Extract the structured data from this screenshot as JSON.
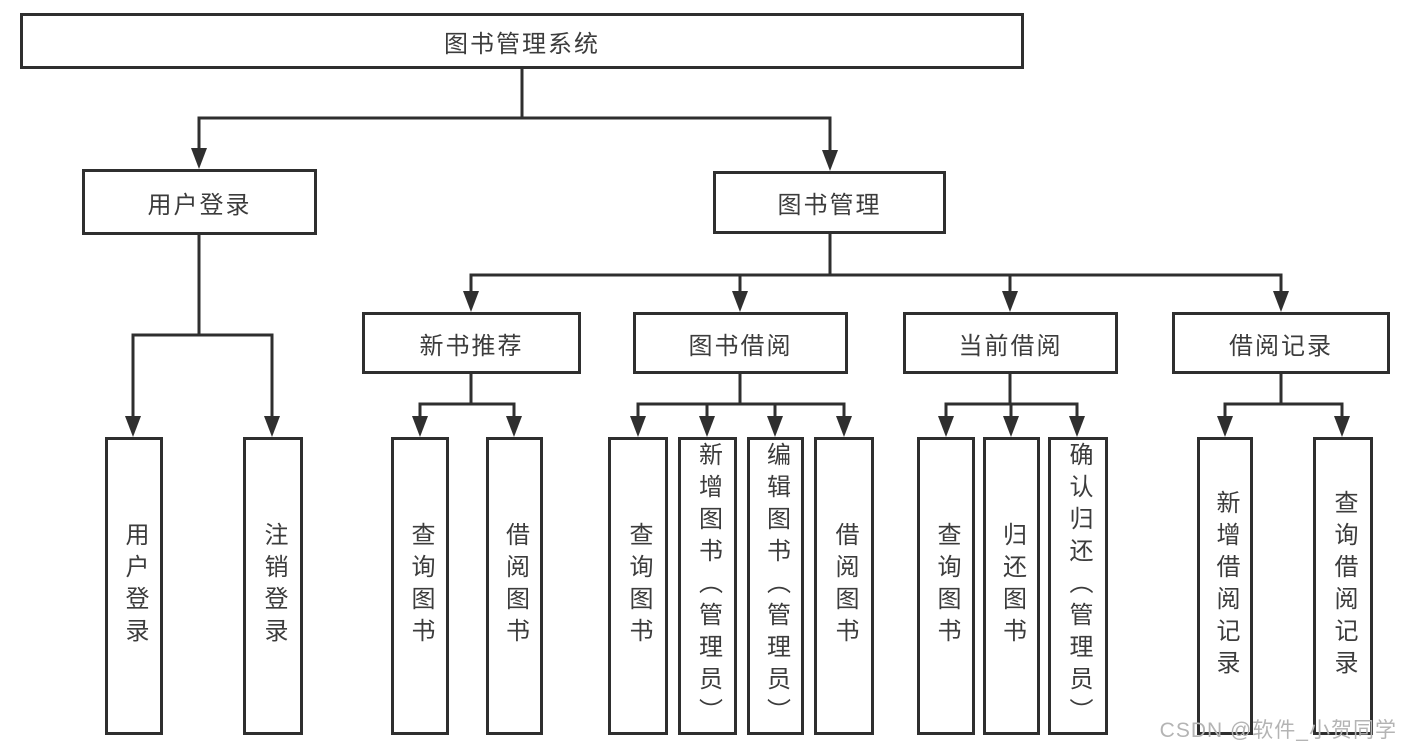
{
  "tree": {
    "label": "图书管理系统",
    "children": [
      {
        "label": "用户登录",
        "children": [
          {
            "label": "用户登录"
          },
          {
            "label": "注销登录"
          }
        ]
      },
      {
        "label": "图书管理",
        "children": [
          {
            "label": "新书推荐",
            "children": [
              {
                "label": "查询图书"
              },
              {
                "label": "借阅图书"
              }
            ]
          },
          {
            "label": "图书借阅",
            "children": [
              {
                "label": "查询图书"
              },
              {
                "label": "新增图书（管理员）"
              },
              {
                "label": "编辑图书（管理员）"
              },
              {
                "label": "借阅图书"
              }
            ]
          },
          {
            "label": "当前借阅",
            "children": [
              {
                "label": "查询图书"
              },
              {
                "label": "归还图书"
              },
              {
                "label": "确认归还（管理员）"
              }
            ]
          },
          {
            "label": "借阅记录",
            "children": [
              {
                "label": "新增借阅记录"
              },
              {
                "label": "查询借阅记录"
              }
            ]
          }
        ]
      }
    ]
  },
  "watermark": {
    "text": "CSDN @软件_小贺同学"
  },
  "colors": {
    "line": "#2f2f2f",
    "box_border": "#2f2f2f",
    "text": "#3c3c3c",
    "watermark": "#b4b4b4",
    "background": "#ffffff"
  }
}
